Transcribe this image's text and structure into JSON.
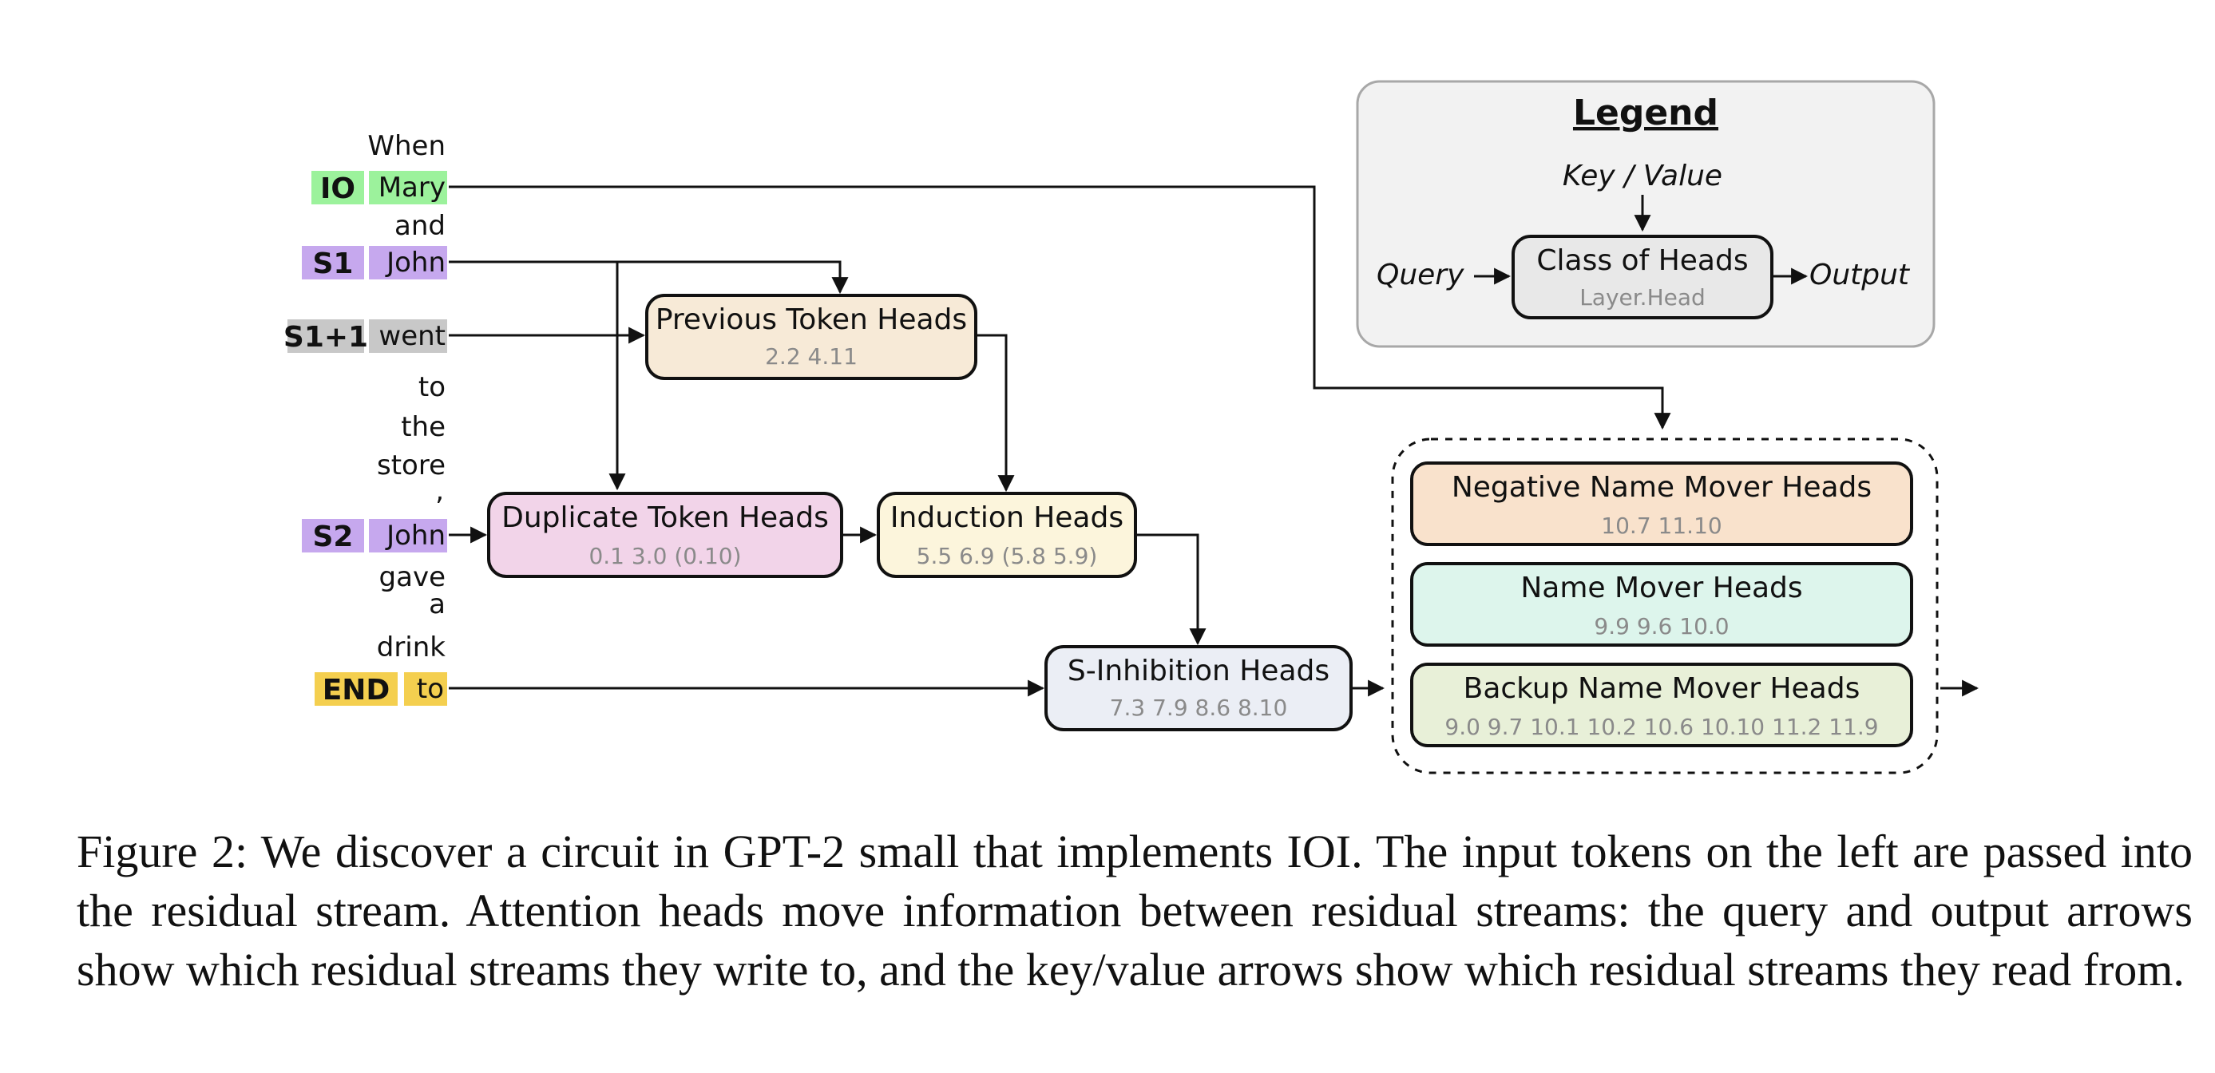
{
  "tokens": [
    {
      "text": "When",
      "role": ""
    },
    {
      "text": "Mary",
      "role": "IO"
    },
    {
      "text": "and",
      "role": ""
    },
    {
      "text": "John",
      "role": "S1"
    },
    {
      "text": "went",
      "role": "S1+1"
    },
    {
      "text": "to",
      "role": ""
    },
    {
      "text": "the",
      "role": ""
    },
    {
      "text": "store",
      "role": ""
    },
    {
      "text": ",",
      "role": ""
    },
    {
      "text": "John",
      "role": "S2"
    },
    {
      "text": "gave",
      "role": ""
    },
    {
      "text": "a",
      "role": ""
    },
    {
      "text": "drink",
      "role": ""
    },
    {
      "text": "to",
      "role": "END"
    }
  ],
  "colors": {
    "io": "#9cf29c",
    "s": "#c6a8ee",
    "s1plus1": "#c8c8c8",
    "end": "#f4cf4f",
    "previous_token": "#f7ead7",
    "duplicate_token": "#f2d4e9",
    "induction": "#fcf5dc",
    "s_inhibition": "#ebeef5",
    "negative_name_mover": "#f9e2cc",
    "name_mover": "#ddf5ec",
    "backup_name_mover": "#e8f0d8",
    "legend_box": "#f2f2f2",
    "legend_class": "#e8e8e8"
  },
  "boxes": {
    "previous_token": {
      "title": "Previous Token Heads",
      "heads": "2.2   4.11"
    },
    "duplicate_token": {
      "title": "Duplicate Token Heads",
      "heads": "0.1   3.0   (0.10)"
    },
    "induction": {
      "title": "Induction Heads",
      "heads": "5.5   6.9   (5.8  5.9)"
    },
    "s_inhibition": {
      "title": "S-Inhibition Heads",
      "heads": "7.3  7.9  8.6   8.10"
    },
    "negative_name_mover": {
      "title": "Negative Name Mover Heads",
      "heads": "10.7  11.10"
    },
    "name_mover": {
      "title": "Name Mover Heads",
      "heads": "9.9   9.6   10.0"
    },
    "backup_name_mover": {
      "title": "Backup Name Mover Heads",
      "heads": "9.0  9.7  10.1  10.2  10.6  10.10  11.2  11.9"
    }
  },
  "legend": {
    "title": "Legend",
    "key_value": "Key / Value",
    "query": "Query",
    "class_title": "Class of Heads",
    "class_sub": "Layer.Head",
    "output": "Output"
  },
  "caption": "Figure 2: We discover a circuit in GPT-2 small that implements IOI. The input tokens on the left are passed into the residual stream.  Attention heads move information between residual streams: the query and output arrows show which residual streams they write to, and the key/value arrows show which residual streams they read from."
}
